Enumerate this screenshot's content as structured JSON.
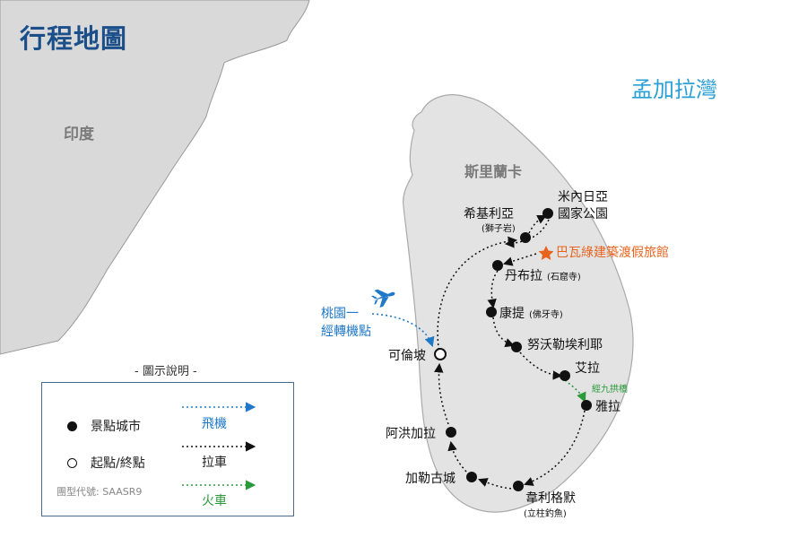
{
  "title": "行程地圖",
  "regions": {
    "india": "印度",
    "bay": "孟加拉灣",
    "sri_lanka": "斯里蘭卡"
  },
  "colors": {
    "sea": "#ffffff",
    "land_other": "#d9d9d9",
    "island": "#e3e3e3",
    "title": "#1b4f8a",
    "bay_label": "#2a9fd6",
    "flight": "#1f78c8",
    "car": "#111111",
    "train": "#2a9a3a",
    "resort": "#e8641e"
  },
  "places": {
    "minneriya_line1": "米內日亞",
    "minneriya_line2": "國家公園",
    "sigiriya": "希基利亞",
    "sigiriya_note": "(獅子岩)",
    "resort": "巴瓦綠建築渡假旅館",
    "dambulla": "丹布拉",
    "dambulla_note": "(石窟寺)",
    "kandy": "康提",
    "kandy_note": "(佛牙寺)",
    "nuwara_eliya": "努沃勒埃利耶",
    "ella": "艾拉",
    "nine_arch": "經九拱橋",
    "yala": "雅拉",
    "weligama": "韋利格默",
    "weligama_note": "(立柱釣魚)",
    "galle": "加勒古城",
    "ahungalla": "阿洪加拉",
    "colombo": "可倫坡",
    "transit_line1": "桃園一",
    "transit_line2": "經轉機點"
  },
  "legend": {
    "title": "- 圖示說明 -",
    "attraction": "景點城市",
    "start_end": "起點/終點",
    "flight": "飛機",
    "car": "拉車",
    "train": "火車",
    "tour_code": "團型代號: SAASR9"
  }
}
